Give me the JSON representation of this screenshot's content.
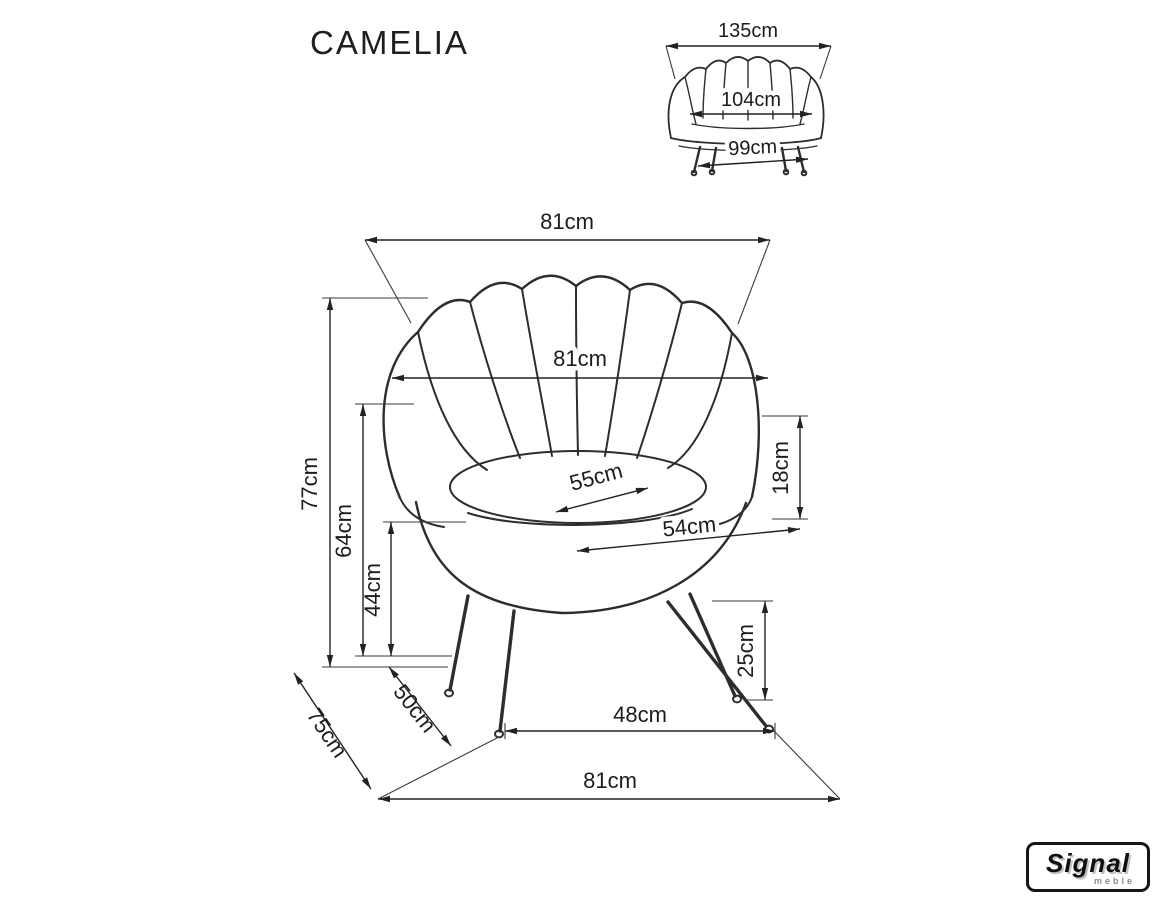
{
  "title": "CAMELIA",
  "armchair": {
    "top_width": "81cm",
    "backrest_width": "81cm",
    "total_height": "77cm",
    "back_height": "64cm",
    "seat_height": "44cm",
    "seat_width": "55cm",
    "armrest_height": "18cm",
    "seat_depth": "54cm",
    "leg_height": "25cm",
    "front_legs_distance": "48cm",
    "base_width": "81cm",
    "depth": "75cm",
    "seat_depth_lower": "50cm"
  },
  "sofa": {
    "total_width": "135cm",
    "seat_width": "104cm",
    "legs_distance": "99cm"
  },
  "logo": {
    "brand": "Signal",
    "subtext": "meble"
  }
}
